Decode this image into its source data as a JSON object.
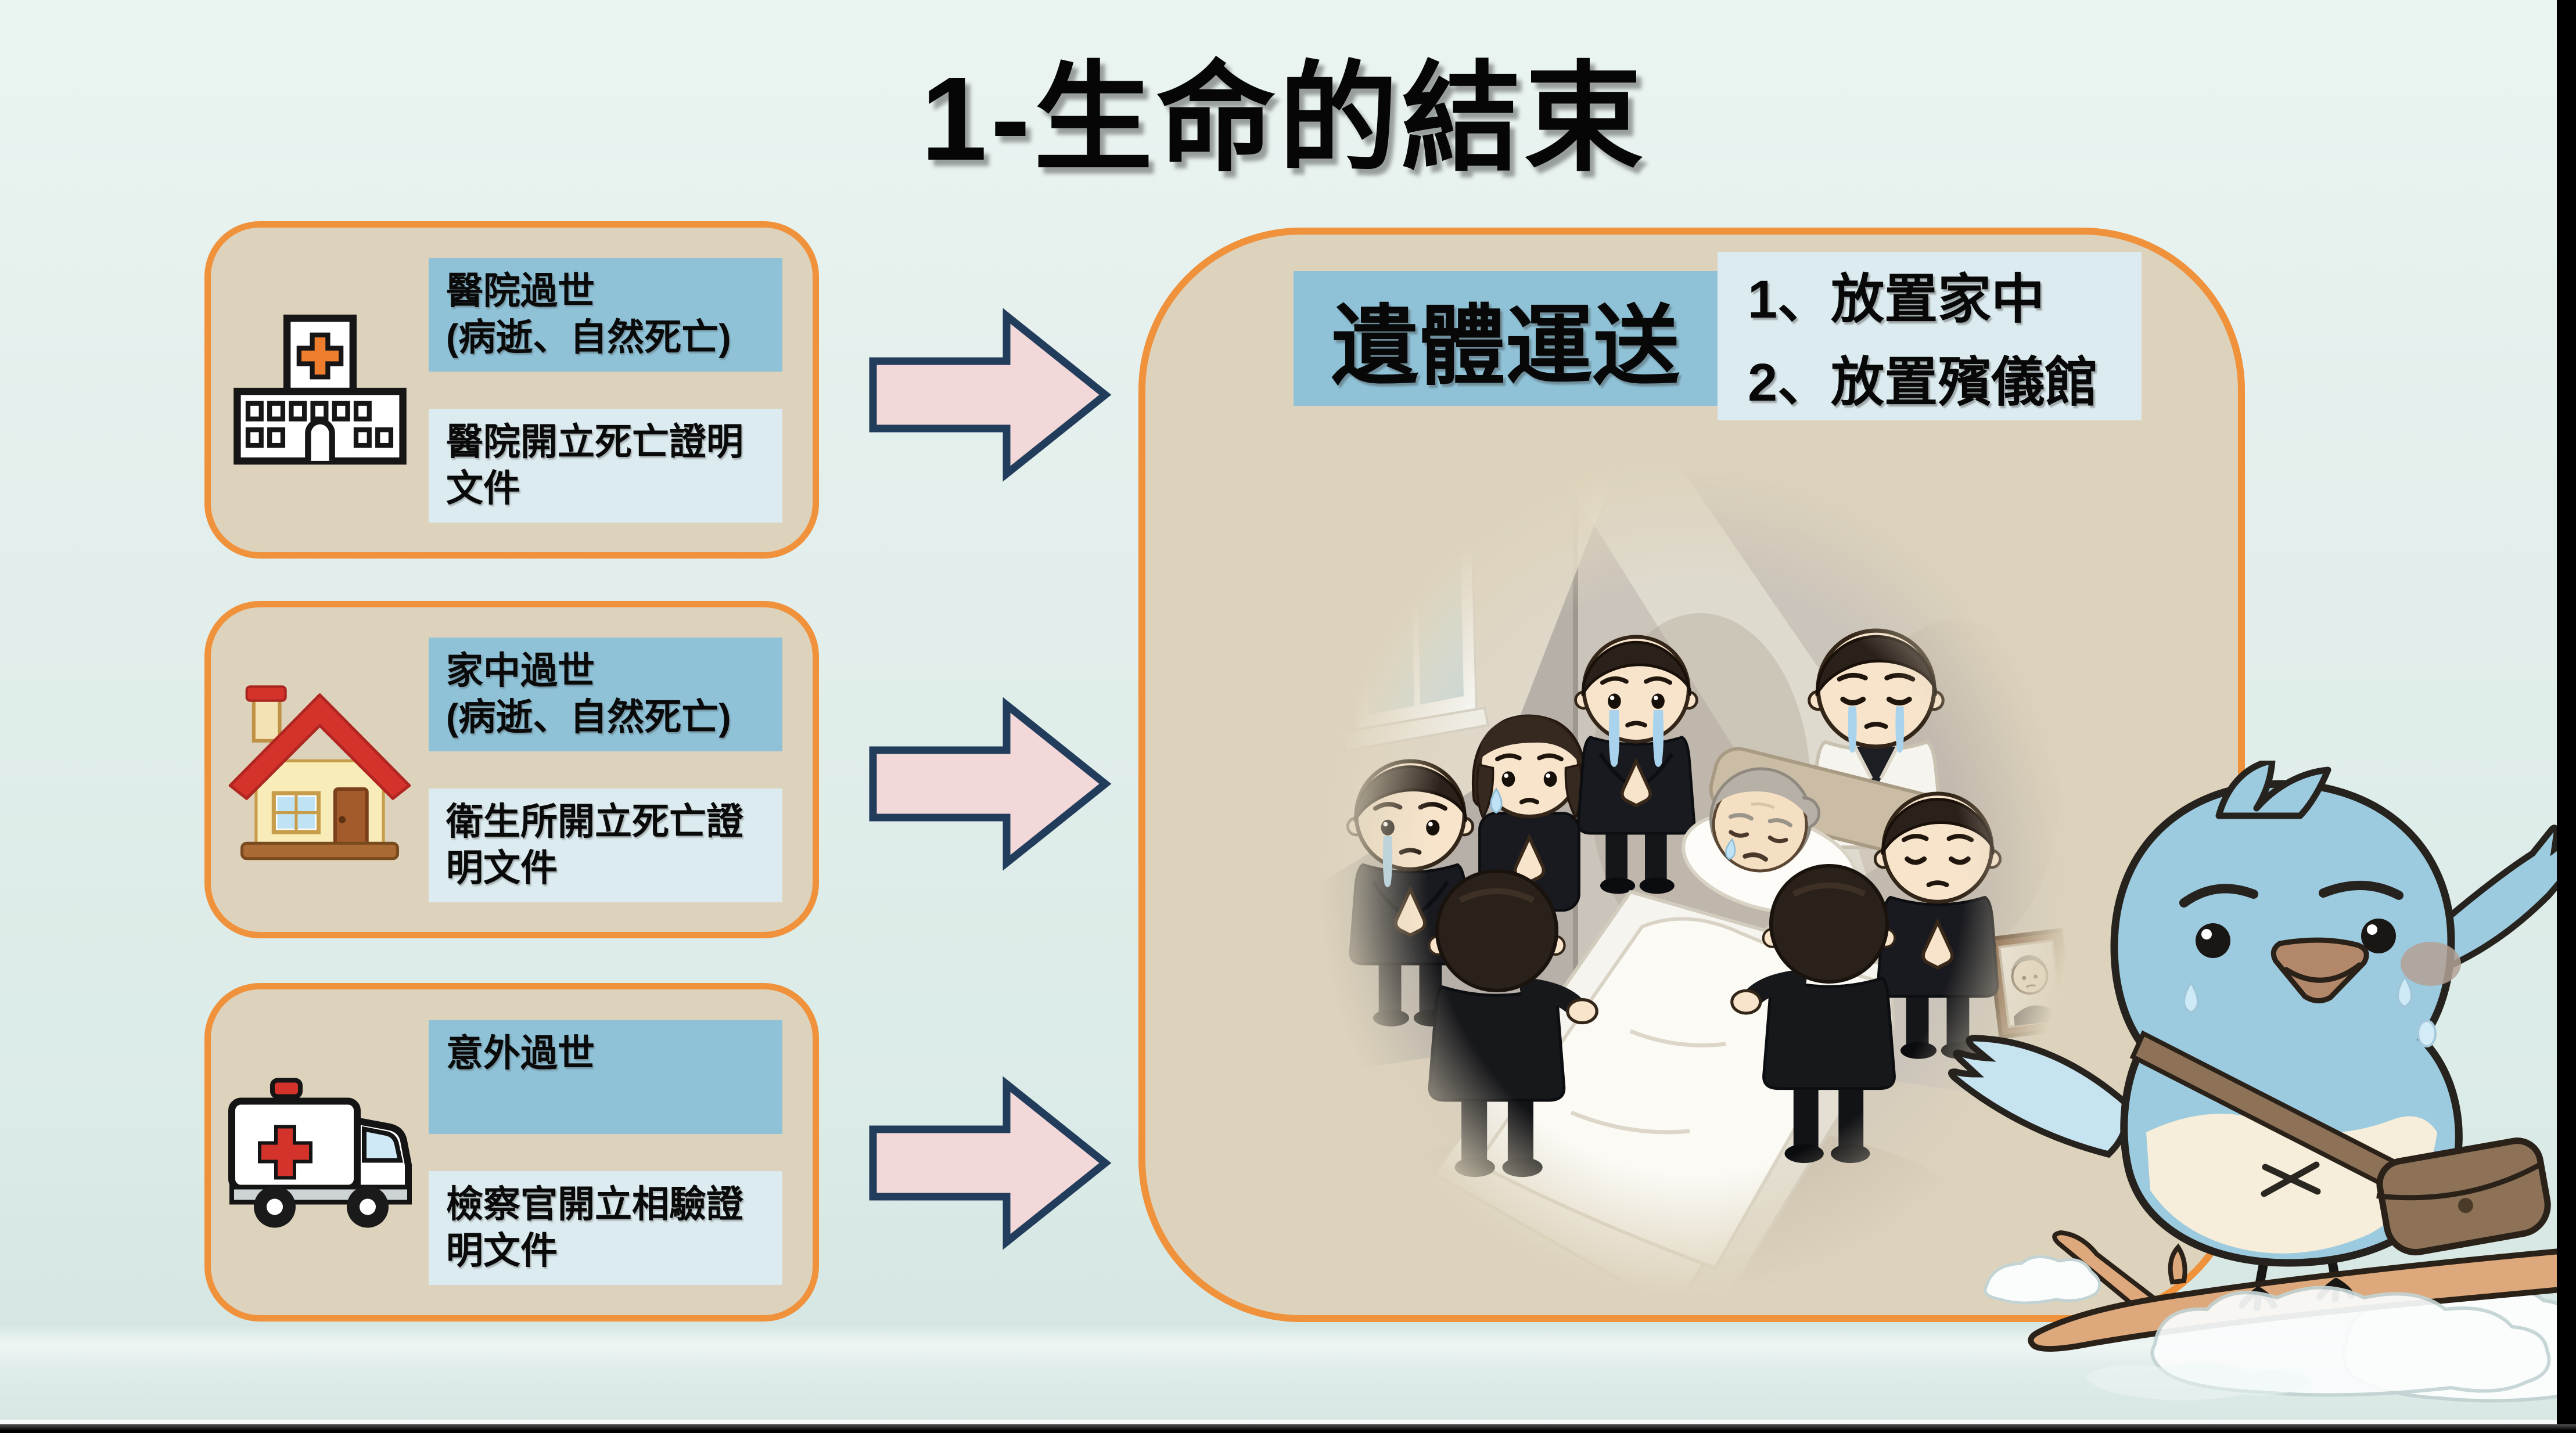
{
  "title": "1-生命的結束",
  "cards": [
    {
      "icon": "hospital-icon",
      "label_line1": "醫院過世",
      "label_line2": "(病逝、自然死亡)",
      "document": "醫院開立死亡證明文件"
    },
    {
      "icon": "house-icon",
      "label_line1": "家中過世",
      "label_line2": "(病逝、自然死亡)",
      "document": "衛生所開立死亡證明文件"
    },
    {
      "icon": "ambulance-icon",
      "label_line1": "意外過世",
      "label_line2": "",
      "document": "檢察官開立相驗證明文件"
    }
  ],
  "destination": {
    "heading": "遺體運送",
    "option1": "1、放置家中",
    "option2": "2、放置殯儀館"
  },
  "illustrations": {
    "scene": "family-mourning-at-deathbed",
    "mascot": "crying-blue-bird-on-branch"
  },
  "colors": {
    "background": "#DCEBE7",
    "panel_fill": "#DDD3BC",
    "panel_border_orange": "#F0913B",
    "label_blue": "#8FC2D7",
    "label_pale_blue": "#DCEBEF",
    "arrow_pink": "#F2D8D8",
    "arrow_outline_navy": "#223D5C",
    "title_black": "#060606",
    "bird_blue": "#9CCADF",
    "bird_belly_cream": "#F6EEDA",
    "satchel_brown": "#8D7257",
    "branch_tan": "#DCA87C",
    "edge_bar_black": "#000000"
  }
}
